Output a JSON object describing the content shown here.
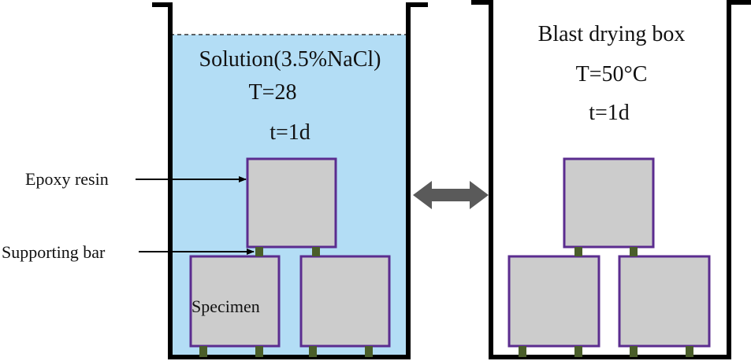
{
  "left_container": {
    "solution_label": "Solution(3.5%NaCl)",
    "temperature": "T=28",
    "duration": "t=1d",
    "water_color": "#b3ddf5"
  },
  "right_container": {
    "title": "Blast drying box",
    "temperature": "T=50°C",
    "duration": "t=1d"
  },
  "callouts": {
    "epoxy_resin": "Epoxy resin",
    "supporting_bar": "Supporting bar",
    "specimen": "Specimen"
  },
  "colors": {
    "specimen_fill": "#cccccc",
    "specimen_border": "#5b2c8f",
    "bar": "#4a5e2a",
    "arrow": "#5a5a5a",
    "wall": "#000000"
  },
  "icons": {
    "cycle_arrow": "double-headed-arrow"
  }
}
